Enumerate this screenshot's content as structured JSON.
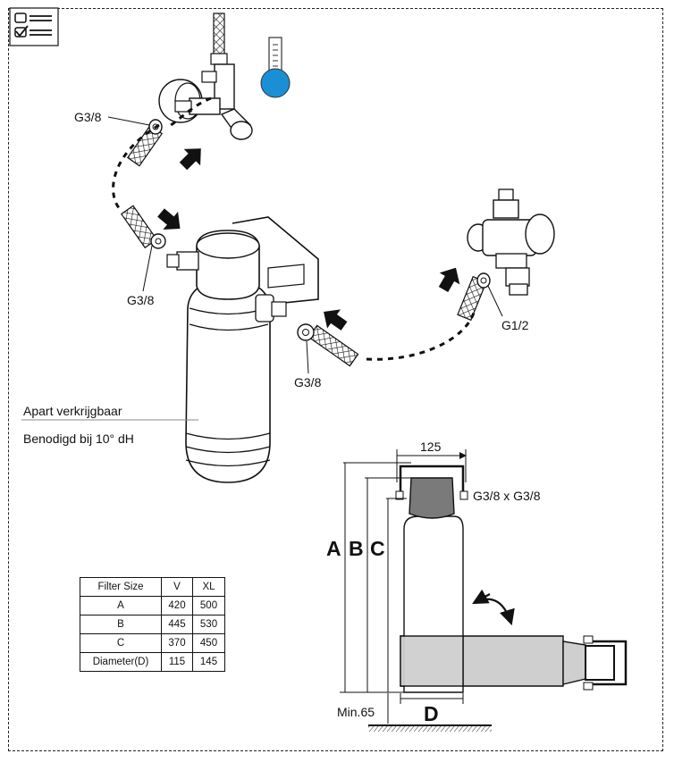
{
  "labels": {
    "inlet_connector": "G3/8",
    "filter_inlet": "G3/8",
    "filter_outlet": "G3/8",
    "valve_connector": "G1/2",
    "head_thread": "G3/8 x G3/8",
    "head_width": "125",
    "min_clearance": "Min.65"
  },
  "notes": {
    "sold_separately": "Apart verkrijgbaar",
    "required_hardness": "Benodigd bij 10° dH"
  },
  "dimension_letters": {
    "a": "A",
    "b": "B",
    "c": "C",
    "d": "D"
  },
  "spec_table": {
    "headers": [
      "Filter Size",
      "V",
      "XL"
    ],
    "rows": [
      [
        "A",
        "420",
        "500"
      ],
      [
        "B",
        "445",
        "530"
      ],
      [
        "C",
        "370",
        "450"
      ],
      [
        "Diameter(D)",
        "115",
        "145"
      ]
    ]
  },
  "icons": {
    "checklist": "checklist-icon",
    "thermometer": "cold-water-thermometer-icon",
    "arrows": "direction-arrow-icon"
  },
  "colors": {
    "cold_water_blue": "#1a8fd6",
    "filter_grey": "#c8c8c8",
    "head_grey": "#7a7a7a"
  }
}
